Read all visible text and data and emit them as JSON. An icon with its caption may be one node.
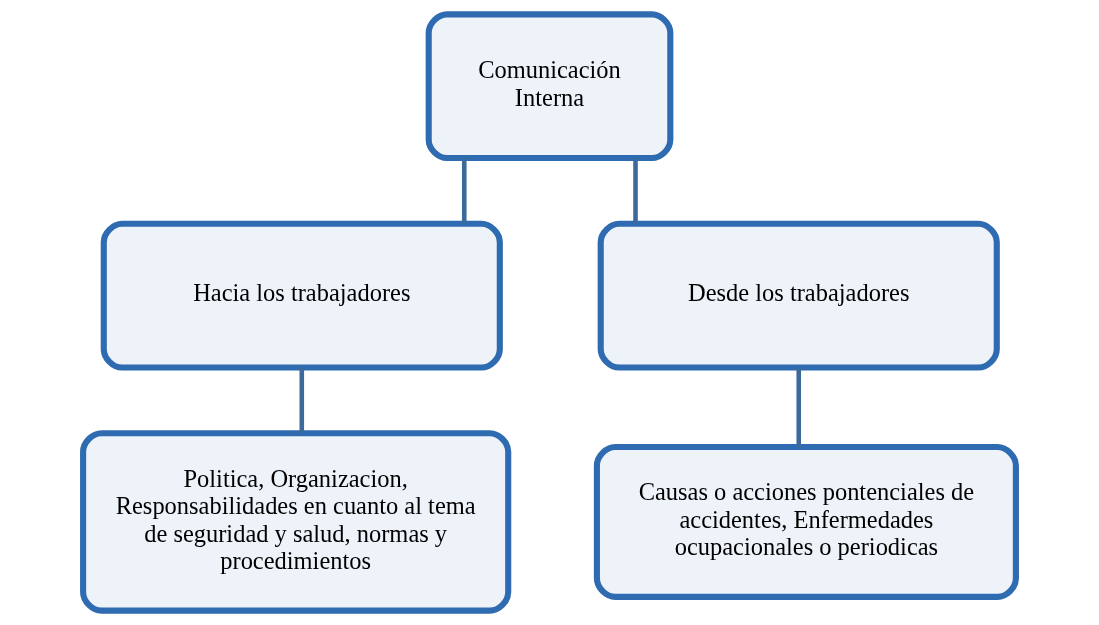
{
  "diagram": {
    "nodes": [
      {
        "text": [
          "Comunicación Interna"
        ]
      },
      {
        "text": [
          "Hacia los trabajadores"
        ]
      },
      {
        "text": [
          "Desde los trabajadores"
        ]
      },
      {
        "text": [
          "Politica, Organizacion, Responsabilidades en cuanto al tema de seguridad y salud, normas y procedimientos"
        ]
      },
      {
        "text": [
          "Causas o acciones pontenciales de accidentes, Enfermedades ocupacionales o periodicas"
        ]
      }
    ],
    "edges": [
      {
        "from": 0,
        "to": 1,
        "arrow": "none"
      },
      {
        "from": 0,
        "to": 2,
        "arrow": "none"
      },
      {
        "from": 1,
        "to": 3,
        "arrow": "none"
      },
      {
        "from": 2,
        "to": 4,
        "arrow": "none"
      }
    ]
  }
}
